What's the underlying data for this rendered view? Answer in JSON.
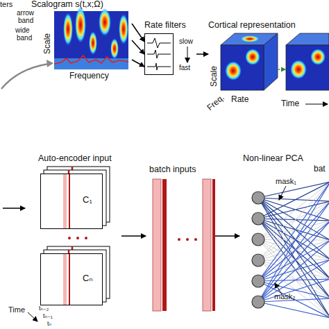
{
  "diagram": {
    "nodes": [
      {
        "text": [
          "Scalogram s(t,x;Ω)"
        ]
      },
      {
        "text": [
          "Rate filters",
          "slow",
          "fast"
        ]
      },
      {
        "text": [
          "Cortical representation"
        ]
      },
      {
        "text": [
          "Auto-encoder input"
        ]
      },
      {
        "text": [
          "C₁"
        ],
        "in": 3
      },
      {
        "text": [
          "Cₙ"
        ],
        "in": 3
      },
      {
        "text": [
          "batch inputs"
        ]
      },
      {
        "text": [
          "Non-linear PCA",
          "mask₁",
          "mask₂"
        ]
      }
    ],
    "edges": [
      {
        "from": 0,
        "to": 1,
        "arrow": "to"
      },
      {
        "from": 0,
        "to": 1,
        "arrow": "to"
      },
      {
        "from": 0,
        "to": 1,
        "arrow": "to"
      },
      {
        "from": 1,
        "to": 2,
        "arrow": "to"
      },
      {
        "from": 3,
        "to": 6,
        "arrow": "to"
      },
      {
        "from": 6,
        "to": 7,
        "arrow": "to"
      }
    ],
    "labels": [
      "ters",
      "arrow",
      "band",
      "wide",
      "band",
      "Scale",
      "Frequency",
      "Scale",
      "Freq.",
      "Rate",
      "Time",
      "Time",
      "tₙ₋₂",
      "tₙ₋₁",
      "tₙ",
      "bat"
    ]
  }
}
